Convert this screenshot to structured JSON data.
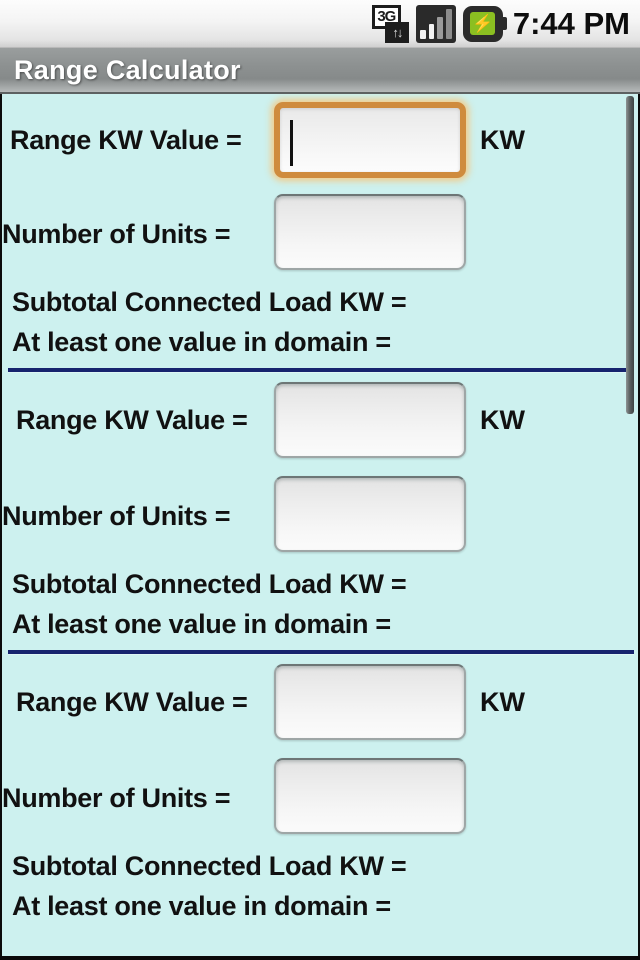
{
  "statusbar": {
    "network_icon": "3g-icon",
    "network_label": "3G",
    "data_arrows": "↑↓",
    "signal_icon": "signal-bars-icon",
    "battery_icon": "battery-charging-icon",
    "battery_glyph": "⚡",
    "time": "7:44 PM"
  },
  "titlebar": {
    "title": "Range Calculator"
  },
  "labels": {
    "range_kw_value": "Range KW Value =",
    "number_of_units": "Number of Units =",
    "kw_suffix": "KW",
    "subtotal": "Subtotal Connected Load KW =",
    "domain": "At least one value in domain ="
  },
  "colors": {
    "background": "#cdf1ef",
    "divider": "#16246e",
    "focus_border": "#cf8b3d",
    "title_bar": "#8d9191",
    "text": "#111111"
  },
  "sections": [
    {
      "range_label": "Range KW Value =",
      "range_value": "",
      "range_focused": true,
      "units_label": "Number of Units =",
      "units_value": "",
      "subtotal_label": "Subtotal Connected Load KW =",
      "subtotal_value": "",
      "domain_label": "At least one value in domain =",
      "domain_value": ""
    },
    {
      "range_label": "Range KW Value =",
      "range_value": "",
      "range_focused": false,
      "units_label": "Number of Units =",
      "units_value": "",
      "subtotal_label": "Subtotal Connected Load KW =",
      "subtotal_value": "",
      "domain_label": "At least one value in domain =",
      "domain_value": ""
    },
    {
      "range_label": "Range KW Value =",
      "range_value": "",
      "range_focused": false,
      "units_label": "Number of Units =",
      "units_value": "",
      "subtotal_label": "Subtotal Connected Load KW =",
      "subtotal_value": "",
      "domain_label": "At least one value in domain =",
      "domain_value": ""
    }
  ]
}
